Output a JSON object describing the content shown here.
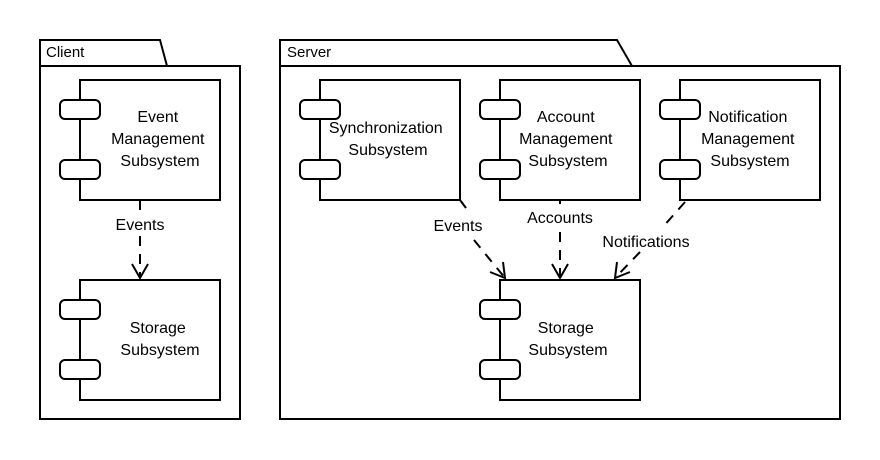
{
  "packages": {
    "client": {
      "label": "Client",
      "components": {
        "event_management": [
          "Event",
          "Management",
          "Subsystem"
        ],
        "storage": [
          "Storage",
          "Subsystem"
        ]
      },
      "dependencies": [
        {
          "from": "event_management",
          "to": "storage",
          "label": "Events"
        }
      ]
    },
    "server": {
      "label": "Server",
      "components": {
        "synchronization": [
          "Synchronization",
          "Subsystem"
        ],
        "account_management": [
          "Account",
          "Management",
          "Subsystem"
        ],
        "notification_management": [
          "Notification",
          "Management",
          "Subsystem"
        ],
        "storage": [
          "Storage",
          "Subsystem"
        ]
      },
      "dependencies": [
        {
          "from": "synchronization",
          "to": "storage",
          "label": "Events"
        },
        {
          "from": "account_management",
          "to": "storage",
          "label": "Accounts"
        },
        {
          "from": "notification_management",
          "to": "storage",
          "label": "Notifications"
        }
      ]
    }
  },
  "style": {
    "line_color": "#000000",
    "fill_color": "#ffffff"
  }
}
